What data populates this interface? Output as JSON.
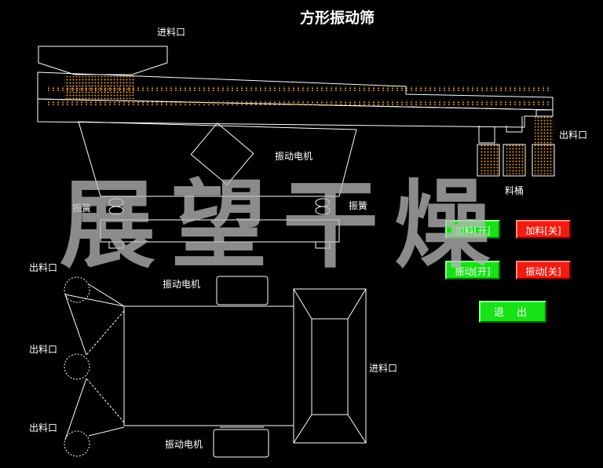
{
  "title": "方形振动筛",
  "labels": {
    "inlet_top": "进料口",
    "outlet_right": "出料口",
    "motor_side": "振动电机",
    "bucket": "料桶",
    "spring_left": "振簧",
    "spring_right": "振簧",
    "outlet_top_left": "出料口",
    "motor_top": "振动电机",
    "outlet_mid_left": "出料口",
    "inlet_right": "进料口",
    "outlet_bottom_left": "出料口",
    "motor_bottom": "振动电机"
  },
  "buttons": {
    "feed_on": "加料[开]",
    "feed_off": "加料[关]",
    "vibrate_on": "振动[开]",
    "vibrate_off": "振动[关]",
    "exit": "退 出"
  },
  "watermark": "展望干燥",
  "colors": {
    "background": "#000000",
    "line": "#ffffff",
    "material": "#f0a020",
    "button_on": "#16e216",
    "button_off": "#f01c10"
  }
}
